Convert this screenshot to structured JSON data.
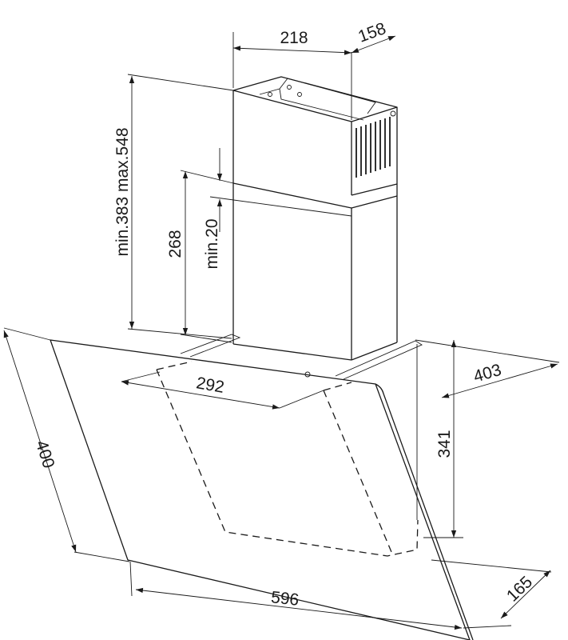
{
  "dimensions": {
    "chimney_width": "218",
    "chimney_depth": "158",
    "chimney_height_range": "min.383 max.548",
    "lower_chimney_height": "268",
    "overlap_min": "min.20",
    "inner_width": "292",
    "hood_depth": "403",
    "hood_height": "341",
    "panel_slant": "400",
    "hood_width": "596",
    "base_depth": "165"
  },
  "colors": {
    "line": "#1a1a1a",
    "background": "#ffffff"
  }
}
